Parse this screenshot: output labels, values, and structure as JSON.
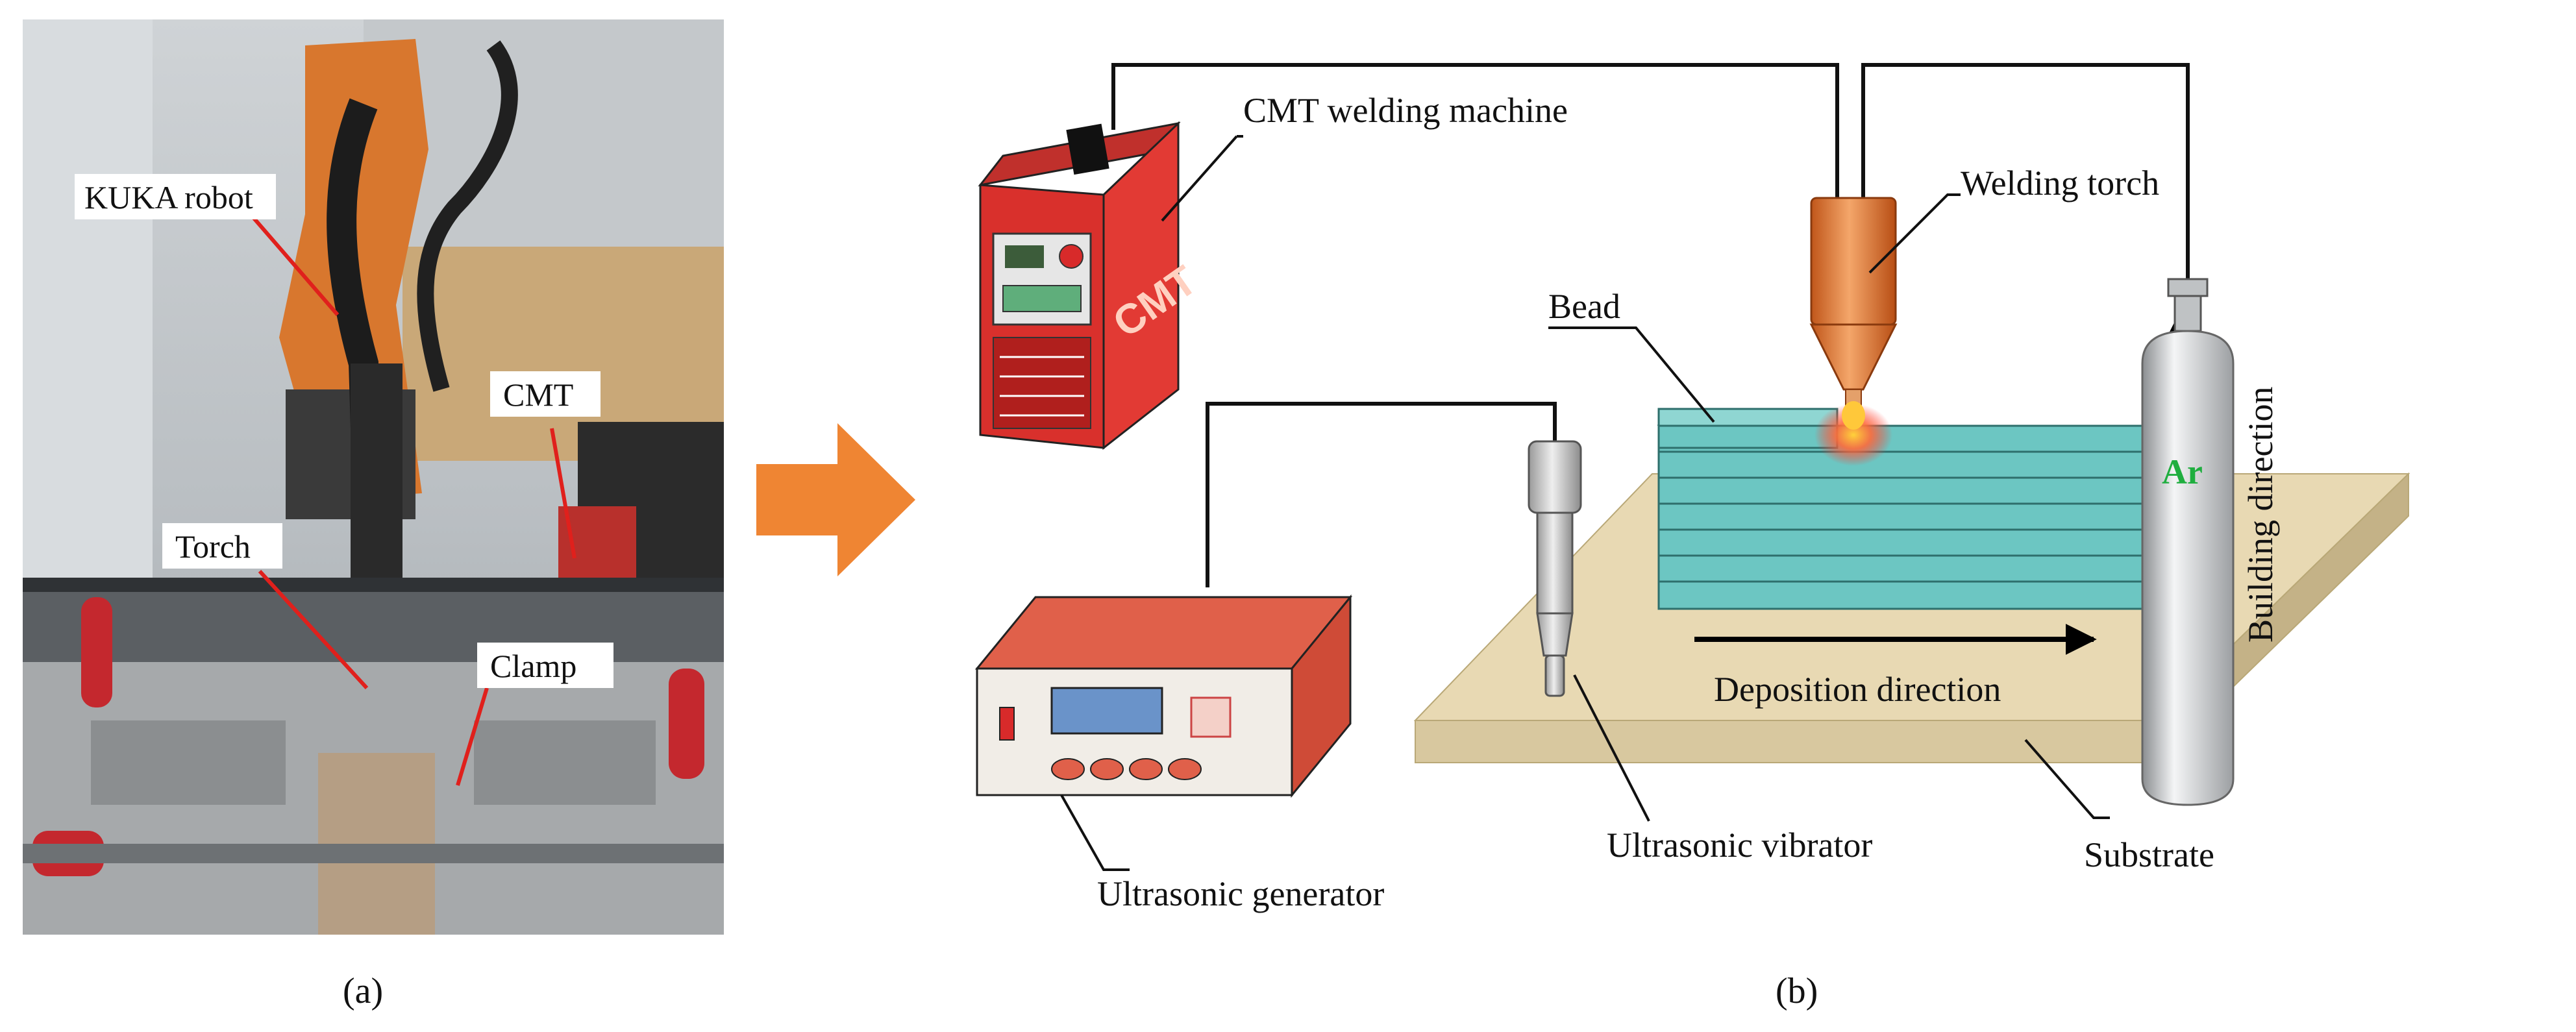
{
  "photo": {
    "labels": {
      "robot": "KUKA robot",
      "cmt": "CMT",
      "torch": "Torch",
      "clamp": "Clamp"
    },
    "caption": "(a)"
  },
  "schematic": {
    "labels": {
      "cmt_machine": "CMT welding machine",
      "welding_torch": "Welding torch",
      "bead": "Bead",
      "building_direction": "Building direction",
      "deposition_direction": "Deposition direction",
      "ultrasonic_generator": "Ultrasonic generator",
      "ultrasonic_vibrator": "Ultrasonic vibrator",
      "substrate": "Substrate",
      "gas": "Ar",
      "machine_brand": "CMT"
    },
    "caption": "(b)"
  },
  "colors": {
    "arrow": "#ef8533",
    "machine_red": "#d9302c",
    "bead_teal": "#6cc6c2",
    "substrate": "#e8d9b3",
    "torch_orange": "#e07a2a",
    "generator_top": "#e0604a",
    "gas_text": "#1fae3f"
  }
}
